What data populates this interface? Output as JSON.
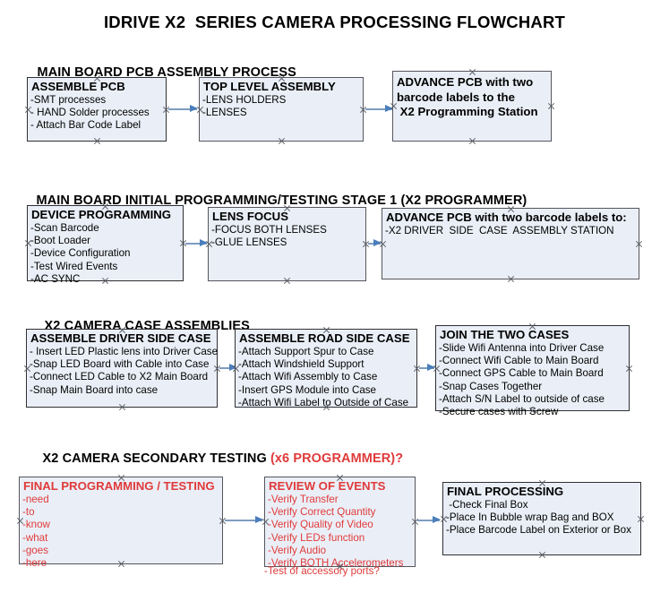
{
  "document": {
    "title": "IDRIVE X2  SERIES CAMERA PROCESSING FLOWCHART"
  },
  "colors": {
    "box_fill": "#eaeff7",
    "box_border": "#8b8b94",
    "arrow": "#4a7ebb",
    "accent_red": "#e03a3a",
    "text": "#000000"
  },
  "sections": [
    {
      "id": "main-board-pcb-assembly-process",
      "heading": "MAIN BOARD PCB ASSEMBLY PROCESS",
      "heading_accent": "",
      "boxes": [
        {
          "id": "assemble-pcb",
          "title": "ASSEMBLE PCB",
          "lines": [
            "-SMT processes",
            "- HAND Solder processes",
            "- Attach Bar Code Label"
          ]
        },
        {
          "id": "top-level-assembly",
          "title": "TOP LEVEL ASSEMBLY",
          "lines": [
            "-LENS HOLDERS",
            "-LENSES"
          ]
        },
        {
          "id": "advance-pcb-to-x2-programming-station",
          "title": "ADVANCE PCB with two\nbarcode labels to the\n X2 Programming Station",
          "lines": []
        }
      ]
    },
    {
      "id": "main-board-initial-programming-testing-stage-1",
      "heading": "MAIN BOARD INITIAL PROGRAMMING/TESTING STAGE 1 (X2 PROGRAMMER)",
      "heading_accent": "",
      "boxes": [
        {
          "id": "device-programming",
          "title": "DEVICE PROGRAMMING",
          "lines": [
            "-Scan Barcode",
            "-Boot Loader",
            "-Device Configuration",
            "-Test Wired Events",
            "-AC SYNC"
          ]
        },
        {
          "id": "lens-focus",
          "title": "LENS FOCUS",
          "lines": [
            "-FOCUS BOTH LENSES",
            "-GLUE LENSES"
          ]
        },
        {
          "id": "advance-pcb-to-driver-side-case-assembly",
          "title": "ADVANCE PCB with two barcode labels to:",
          "lines": [
            "-X2 DRIVER  SIDE  CASE  ASSEMBLY STATION"
          ]
        }
      ]
    },
    {
      "id": "x2-camera-case-assemblies",
      "heading": "X2 CAMERA CASE ASSEMBLIES",
      "heading_accent": "",
      "boxes": [
        {
          "id": "assemble-driver-side-case",
          "title": "ASSEMBLE DRIVER SIDE CASE",
          "lines": [
            "- Insert LED Plastic lens into Driver Case",
            "-Snap LED Board with Cable into Case",
            "-Connect LED Cable to X2 Main Board",
            "-Snap Main Board into case"
          ]
        },
        {
          "id": "assemble-road-side-case",
          "title": "ASSEMBLE ROAD SIDE CASE",
          "lines": [
            "-Attach Support Spur to Case",
            "-Attach Windshield Support",
            "-Attach Wifi Assembly to Case",
            "-Insert GPS Module into Case",
            "-Attach Wifi Label to Outside of Case"
          ]
        },
        {
          "id": "join-the-two-cases",
          "title": "JOIN THE TWO CASES",
          "lines": [
            "-Slide Wifi Antenna into Driver Case",
            "-Connect Wifi Cable to Main Board",
            "-Connect GPS Cable to Main Board",
            "-Snap Cases Together",
            "-Attach S/N Label to outside of case",
            "-Secure cases with Screw"
          ]
        }
      ]
    },
    {
      "id": "x2-camera-secondary-testing",
      "heading": "X2 CAMERA SECONDARY TESTING ",
      "heading_accent": "(x6 PROGRAMMER)?",
      "boxes": [
        {
          "id": "final-programming-testing",
          "title": "FINAL PROGRAMMING / TESTING",
          "lines": [
            "-need",
            "-to",
            "-know",
            "-what",
            "-goes",
            "-here"
          ]
        },
        {
          "id": "review-of-events",
          "title": "REVIEW OF EVENTS",
          "lines": [
            "-Verify Transfer",
            "-Verify Correct Quantity",
            "-Verify Quality of Video",
            "-Verify LEDs function",
            "-Verify Audio",
            "-Verify BOTH Accelerometers"
          ],
          "overflow_line": "-Test of accessory ports?"
        },
        {
          "id": "final-processing",
          "title": "FINAL PROCESSING",
          "lines": [
            " -Check Final Box",
            "-Place In Bubble wrap Bag and BOX",
            "-Place Barcode Label on Exterior or Box"
          ]
        }
      ]
    }
  ]
}
